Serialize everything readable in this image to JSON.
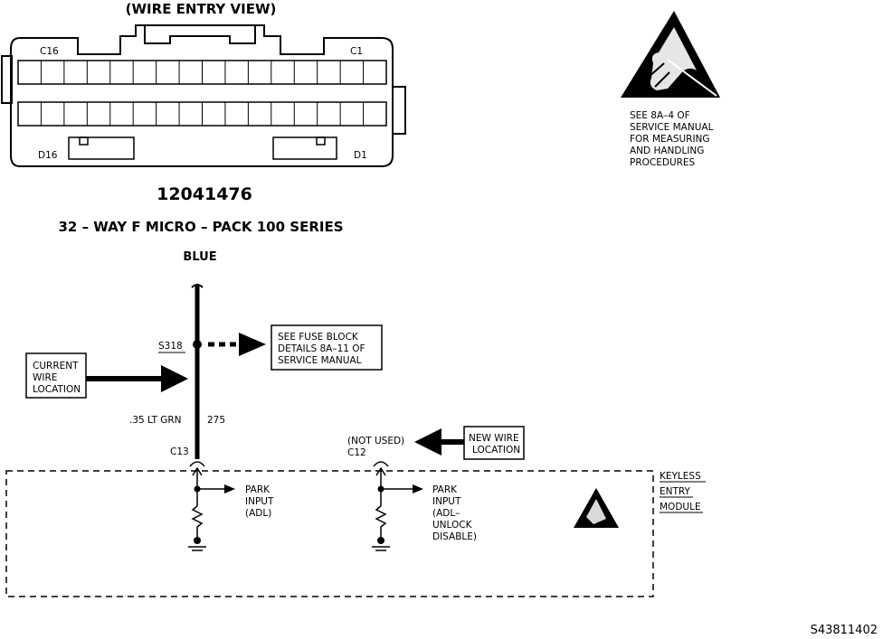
{
  "connector": {
    "view_title": "(WIRE ENTRY VIEW)",
    "pin_c16": "C16",
    "pin_c1": "C1",
    "pin_d16": "D16",
    "pin_d1": "D1",
    "part_number": "12041476",
    "description": "32 – WAY F MICRO – PACK 100 SERIES",
    "color": "BLUE",
    "rows": 2,
    "cells_per_row": 16
  },
  "esd_note": {
    "lines": [
      "SEE 8A–4 OF",
      "SERVICE MANUAL",
      "FOR MEASURING",
      "AND HANDLING",
      "PROCEDURES"
    ]
  },
  "circuit": {
    "splice_label": "S318",
    "fuse_note": [
      "SEE FUSE BLOCK",
      "DETAILS 8A–11 OF",
      "SERVICE MANUAL"
    ],
    "current_wire": [
      "CURRENT",
      "WIRE",
      "LOCATION"
    ],
    "wire_spec": ".35 LT GRN",
    "circuit_number": "275",
    "pin_c13": "C13",
    "not_used": "(NOT USED)",
    "pin_c12": "C12",
    "new_wire": [
      "NEW WIRE",
      "LOCATION"
    ],
    "park_input_1": [
      "PARK",
      "INPUT",
      "(ADL)"
    ],
    "park_input_2": [
      "PARK",
      "INPUT",
      "(ADL–",
      "UNLOCK",
      "DISABLE)"
    ],
    "module_label": [
      "KEYLESS",
      "ENTRY",
      "MODULE"
    ]
  },
  "figure_id": "S43811402"
}
